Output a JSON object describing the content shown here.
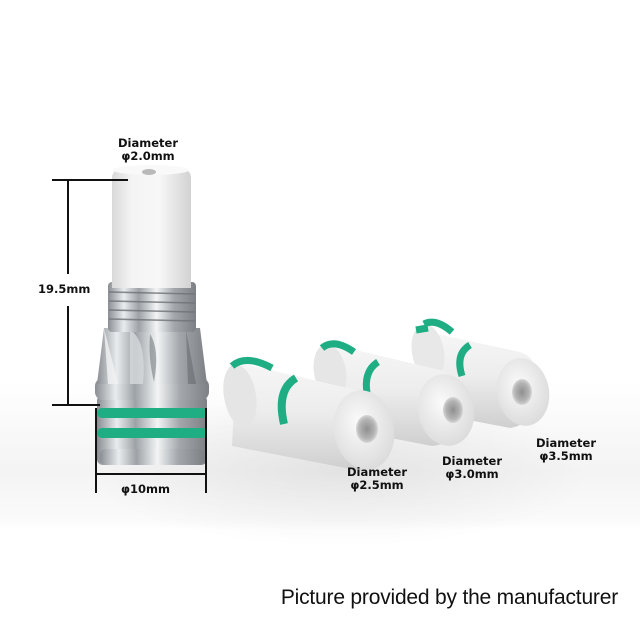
{
  "image": {
    "description": "Product image of a 510 drip tip kit with ceramic tips and dimension annotations",
    "background_color": "#ffffff",
    "accent_colors": {
      "o_ring_green": "#1fae84",
      "ceramic_white": "#eeeeee",
      "steel": "#b8bcc0",
      "text": "#111111"
    }
  },
  "annotations": {
    "height": {
      "value": "19.5mm"
    },
    "base_diameter": {
      "value": "φ10mm"
    },
    "main_tip_bore": {
      "title": "Diameter",
      "value": "φ2.0mm"
    },
    "tips": [
      {
        "title": "Diameter",
        "value": "φ2.5mm"
      },
      {
        "title": "Diameter",
        "value": "φ3.0mm"
      },
      {
        "title": "Diameter",
        "value": "φ3.5mm"
      }
    ]
  },
  "footer": {
    "caption": "Picture provided by the manufacturer"
  }
}
